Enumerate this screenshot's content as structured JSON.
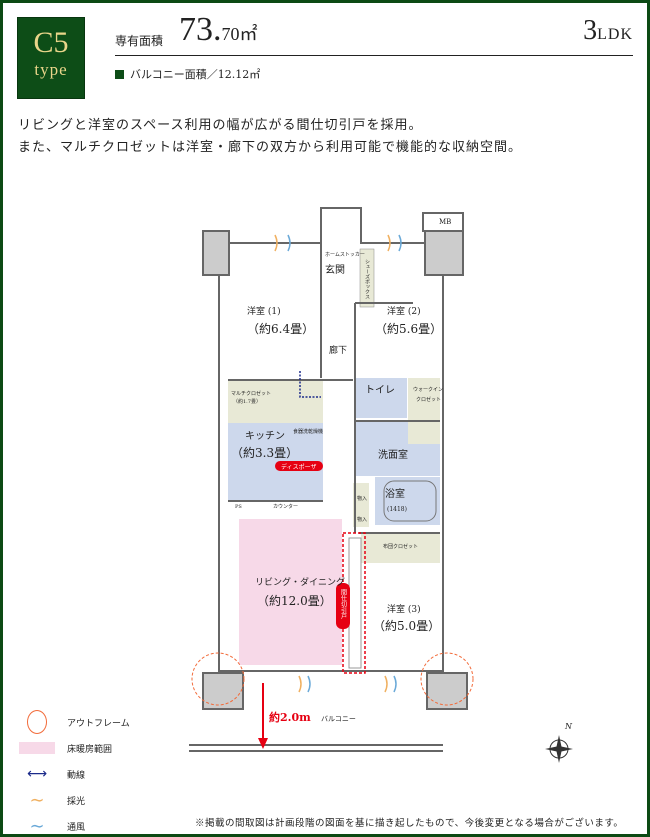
{
  "header": {
    "plan_code": "C5",
    "plan_type": "type",
    "area_label": "専有面積",
    "area_int": "73.",
    "area_dec": "70㎡",
    "layout_num": "3",
    "layout_suffix": "LDK",
    "balcony_area": "バルコニー面積／12.12㎡"
  },
  "description": [
    "リビングと洋室のスペース利用の幅が広がる間仕切引戸を採用。",
    "また、マルチクロゼットは洋室・廊下の双方から利用可能で機能的な収納空間。"
  ],
  "rooms": {
    "mb": "MB",
    "home_stocker": "ホームストッカー",
    "genkan": "玄関",
    "shoes_box": "シューズボックス",
    "room1": "洋室 (1)",
    "room1_size": "（約6.4畳）",
    "room2": "洋室 (2)",
    "room2_size": "（約5.6畳）",
    "hallway": "廊下",
    "multi_closet": "マルチクロゼット",
    "multi_closet_size": "（約1.7畳）",
    "toilet": "トイレ",
    "walkin": "ウォークイン",
    "walkin2": "クロゼット",
    "ps": "PS",
    "kitchen": "キッチン",
    "kitchen_size": "（約3.3畳）",
    "dishwasher": "食器洗乾燥機",
    "disposer": "ディスポーザ",
    "washroom": "洗面室",
    "bath": "浴室",
    "bath_size": "(1418)",
    "storage": "物入",
    "counter": "カウンター",
    "futon": "布団クロゼット",
    "ld": "リビング・ダイニング",
    "ld_size": "（約12.0畳）",
    "room3": "洋室 (3)",
    "room3_size": "（約5.0畳）",
    "sliding": "間仕切引戸",
    "balcony": "バルコニー",
    "depth": "約2.0m",
    "north": "N"
  },
  "legend": [
    {
      "label": "アウトフレーム",
      "icon": "outframe-circle"
    },
    {
      "label": "床暖房範囲",
      "icon": "floor-heating-swatch"
    },
    {
      "label": "動線",
      "icon": "flow-arrow"
    },
    {
      "label": "採光",
      "icon": "daylight-wave"
    },
    {
      "label": "通風",
      "icon": "ventilation-wave"
    }
  ],
  "note": "※掲載の間取図は計画段階の図面を基に描き起したもので、今後変更となる場合がございます。",
  "colors": {
    "brand": "#0d4d17",
    "gold": "#e9d58a",
    "floor_heating": "#f7d9e8",
    "wet": "#cdd8ec",
    "storage": "#e8e9d6",
    "accent_red": "#e60012",
    "flow": "#1b2a8a"
  }
}
